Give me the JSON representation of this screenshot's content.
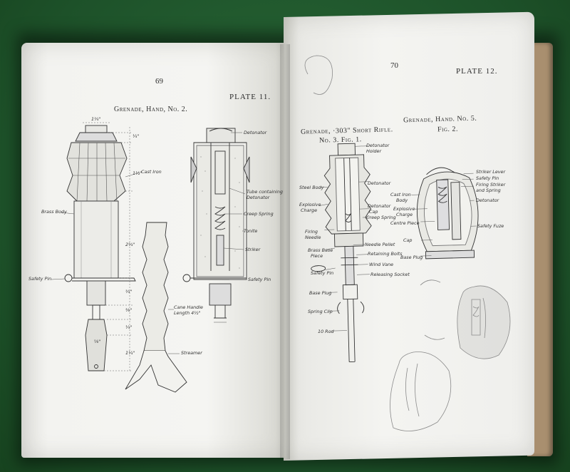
{
  "left_page": {
    "page_number": "69",
    "plate": "PLATE 11.",
    "title": "Grenade, Hand, No. 2.",
    "labels": {
      "cast_iron": "Cast Iron",
      "brass_body": "Brass Body",
      "safety_pin_left": "Safety Pin",
      "detonator": "Detonator",
      "tube_line1": "Tube containing",
      "tube_line2": "Detonator",
      "creep_spring": "Creep Spring",
      "tonite": "Tonite",
      "striker": "Striker",
      "safety_pin_right": "Safety Pin",
      "cane_line1": "Cane Handle",
      "cane_line2": "Length 4½\"",
      "streamer": "Streamer"
    },
    "dimensions": {
      "d1": "1¾\"",
      "d2": "¼\"",
      "d3": "1½\"",
      "d4": "2¾\"",
      "d5": "¾\"",
      "d6": "⅜\"",
      "d7": "¼\"",
      "d8": "⅝\"",
      "d9": "1¼\""
    }
  },
  "right_page": {
    "page_number": "70",
    "plate": "PLATE 12.",
    "fig1_title_line1": "Grenade, ·303\" Short Rifle.",
    "fig1_title_line2": "No. 3.  Fig. 1.",
    "fig2_title_line1": "Grenade, Hand.  No. 5.",
    "fig2_title_line2": "Fig. 2.",
    "fig1_labels": {
      "detonator_holder_1": "Detonator",
      "detonator_holder_2": "Holder",
      "steel_body": "Steel Body",
      "detonator": "Detonator",
      "explosive_1": "Explosive",
      "explosive_2": "Charge",
      "detonator_cap_1": "Detonator",
      "detonator_cap_2": "Cap",
      "creep_spring": "Creep Spring",
      "firing_needle_1": "Firing",
      "firing_needle_2": "Needle",
      "needle_pellet": "Needle Pellet",
      "brass_base_1": "Brass Base",
      "brass_base_2": "Piece",
      "retaining_bolts": "Retaining Bolts",
      "wind_vane": "Wind Vane",
      "safety_pin": "Safety Pin",
      "releasing_socket": "Releasing Socket",
      "base_plug": "Base Plug",
      "spring_clip": "Spring Clip",
      "rod": "10 Rod"
    },
    "fig2_labels": {
      "striker_lever": "Striker Lever",
      "safety_pin": "Safety Pin",
      "firing_1": "Firing Striker",
      "firing_2": "and Spring",
      "cast_iron_1": "Cast Iron",
      "cast_iron_2": "Body",
      "detonator": "Detonator",
      "explosive_1": "Explosive",
      "explosive_2": "Charge",
      "centre_piece": "Centre Piece",
      "safety_fuze": "Safety Fuze",
      "cap": "Cap",
      "base_plug": "Base Plug"
    }
  },
  "colors": {
    "felt": "#1f5a2e",
    "paper": "#f1f1ee",
    "ink": "#2b2b2b",
    "cover": "#a98f6f"
  }
}
